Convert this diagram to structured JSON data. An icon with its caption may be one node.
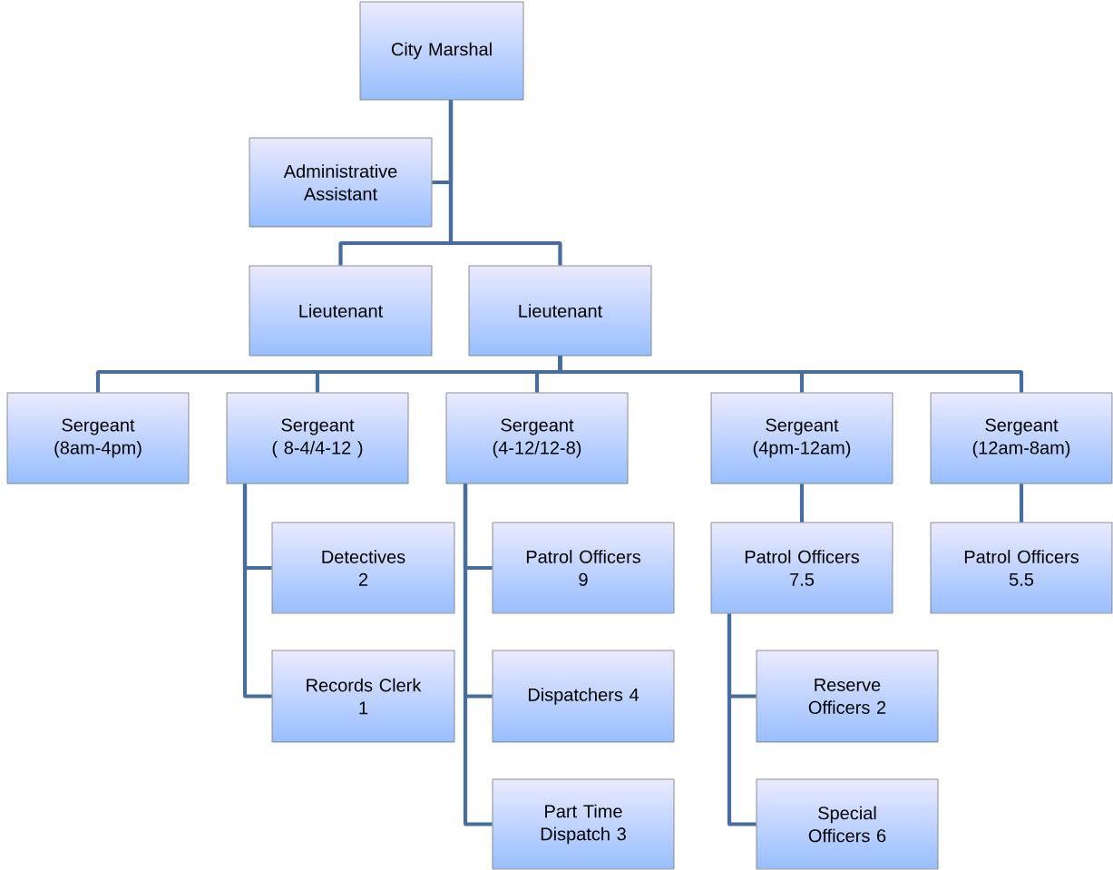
{
  "diagram": {
    "nodes": [
      {
        "text": [
          "City Marshal"
        ]
      },
      {
        "text": [
          "Administrative Assistant"
        ]
      },
      {
        "text": [
          "Lieutenant"
        ]
      },
      {
        "text": [
          "Lieutenant"
        ]
      },
      {
        "text": [
          "Sergeant",
          "(8am-4pm)"
        ]
      },
      {
        "text": [
          "Sergeant",
          "( 8-4/4-12  )"
        ]
      },
      {
        "text": [
          "Sergeant",
          "(4-12/12-8)"
        ]
      },
      {
        "text": [
          "Sergeant",
          "(4pm-12am)"
        ]
      },
      {
        "text": [
          "Sergeant",
          "(12am-8am)"
        ]
      },
      {
        "text": [
          "Detectives",
          "2"
        ]
      },
      {
        "text": [
          "Records Clerk",
          "1"
        ]
      },
      {
        "text": [
          "Patrol Officers",
          "9"
        ]
      },
      {
        "text": [
          "Dispatchers 4"
        ]
      },
      {
        "text": [
          "Part Time Dispatch 3"
        ]
      },
      {
        "text": [
          "Patrol Officers",
          "7.5"
        ]
      },
      {
        "text": [
          "Patrol Officers",
          "5.5"
        ]
      },
      {
        "text": [
          "Reserve Officers 2"
        ]
      },
      {
        "text": [
          "Special Officers 6"
        ]
      }
    ],
    "edges": [
      {
        "from": 0,
        "to": 1,
        "arrow": "none"
      },
      {
        "from": 0,
        "to": 2,
        "arrow": "none"
      },
      {
        "from": 0,
        "to": 3,
        "arrow": "none"
      },
      {
        "from": 3,
        "to": 4,
        "arrow": "none"
      },
      {
        "from": 3,
        "to": 5,
        "arrow": "none"
      },
      {
        "from": 3,
        "to": 6,
        "arrow": "none"
      },
      {
        "from": 3,
        "to": 7,
        "arrow": "none"
      },
      {
        "from": 3,
        "to": 8,
        "arrow": "none"
      },
      {
        "from": 5,
        "to": 9,
        "arrow": "none"
      },
      {
        "from": 5,
        "to": 10,
        "arrow": "none"
      },
      {
        "from": 6,
        "to": 11,
        "arrow": "none"
      },
      {
        "from": 6,
        "to": 12,
        "arrow": "none"
      },
      {
        "from": 6,
        "to": 13,
        "arrow": "none"
      },
      {
        "from": 7,
        "to": 14,
        "arrow": "none"
      },
      {
        "from": 8,
        "to": 15,
        "arrow": "none"
      },
      {
        "from": 14,
        "to": 16,
        "arrow": "none"
      },
      {
        "from": 14,
        "to": 17,
        "arrow": "none"
      }
    ]
  }
}
